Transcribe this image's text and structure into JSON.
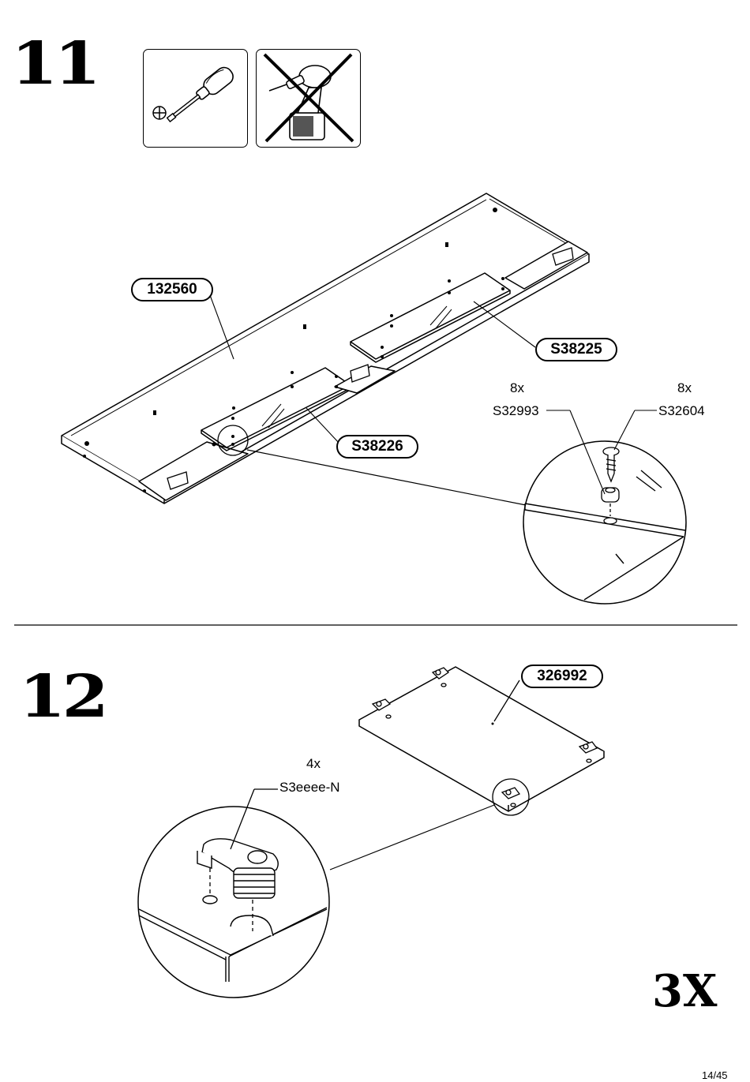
{
  "steps": [
    {
      "number": "11",
      "tools": [
        {
          "icon": "screwdriver-icon",
          "allowed": true
        },
        {
          "icon": "power-drill-crossed-icon",
          "allowed": false
        }
      ],
      "parts": {
        "panel": "132560",
        "glass_plate_right": "S38225",
        "glass_plate_left": "S38226"
      },
      "fittings": [
        {
          "qty": "8x",
          "code": "S32993"
        },
        {
          "qty": "8x",
          "code": "S32604"
        }
      ]
    },
    {
      "number": "12",
      "parts": {
        "panel": "326992"
      },
      "fittings": [
        {
          "qty": "4x",
          "code": "S3eeee-N"
        }
      ],
      "repeat": "3X"
    }
  ],
  "page_number": "14/45"
}
